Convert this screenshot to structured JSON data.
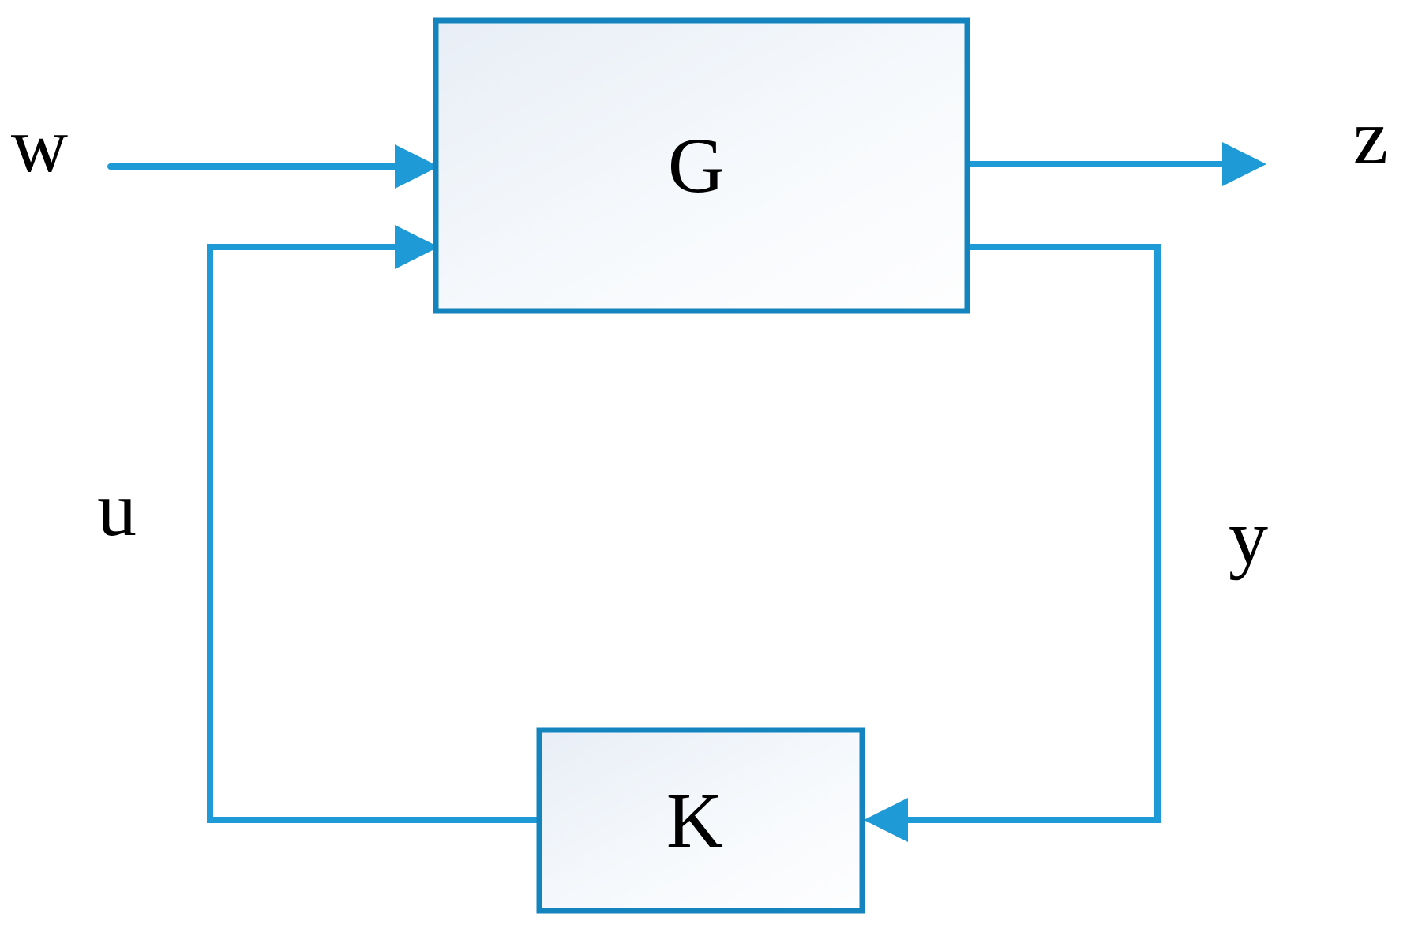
{
  "figure": {
    "blocks": {
      "plant_label": "G",
      "controller_label": "K"
    },
    "signals": {
      "w_label": "w",
      "z_label": "z",
      "u_label": "u",
      "y_label": "y"
    }
  },
  "colors": {
    "background": "#FFFFFF",
    "connector": "#1E9AD6",
    "block_border": "#1484BE",
    "block_fill_start": "#E8EEF6",
    "block_fill_mid": "#F6F9FC",
    "block_fill_end": "#FEFEFF",
    "label_color": "#000000"
  }
}
